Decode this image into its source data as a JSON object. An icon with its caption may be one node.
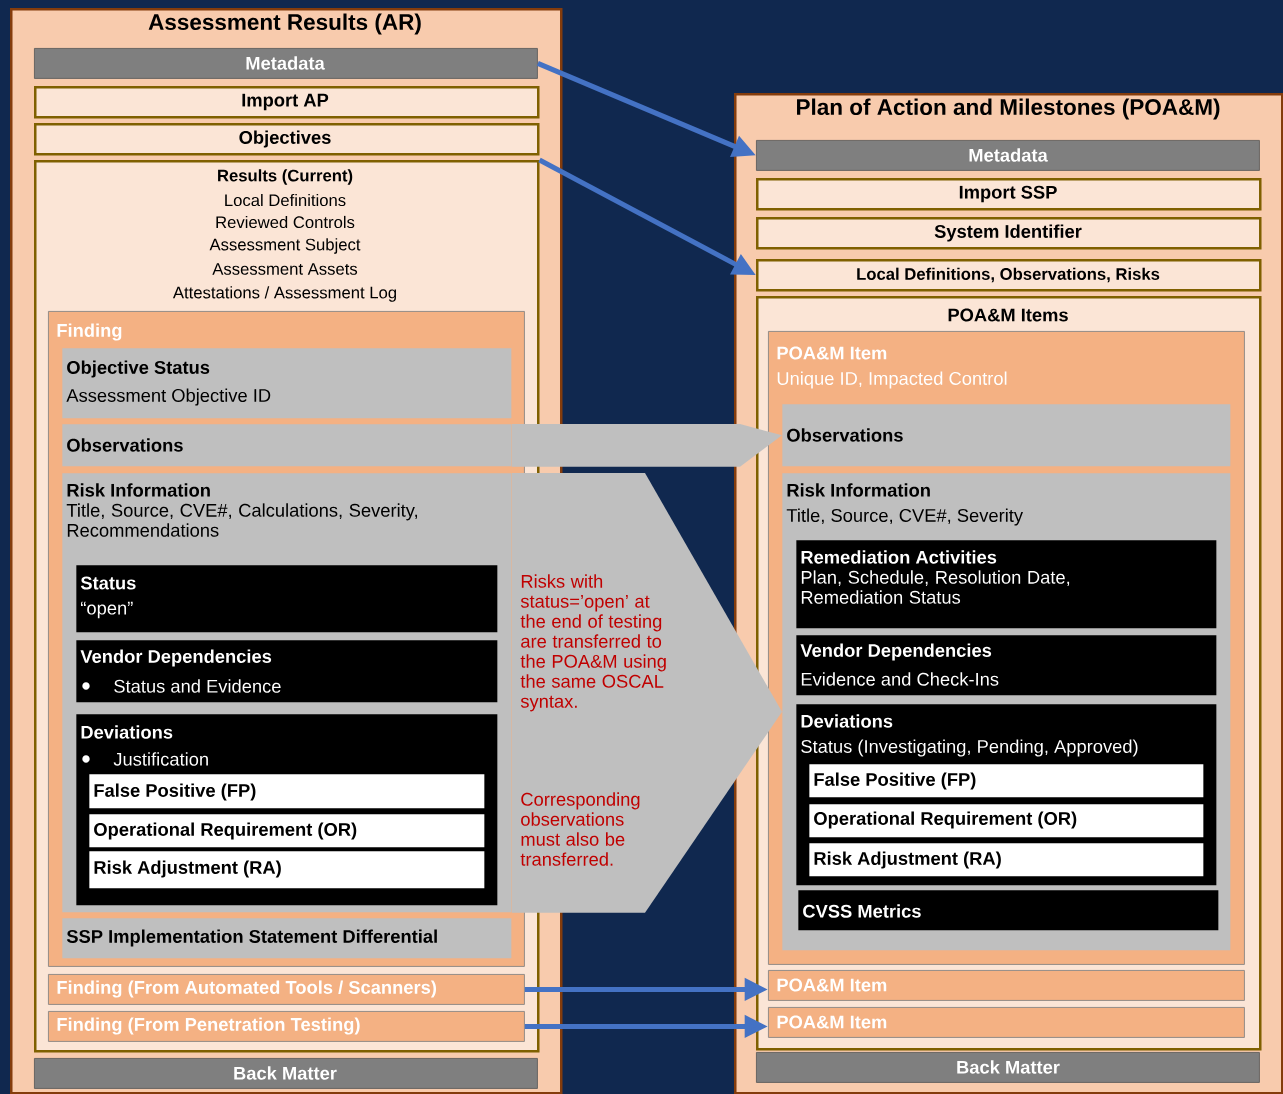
{
  "diagram": {
    "nodes": [
      {
        "text": [
          "Assessment Results (AR)"
        ]
      },
      {
        "text": [
          "Metadata"
        ],
        "in": 0
      },
      {
        "text": [
          "Import AP"
        ],
        "in": 0
      },
      {
        "text": [
          "Objectives"
        ],
        "in": 0
      },
      {
        "text": [
          "Results (Current)",
          "Local Definitions",
          "Reviewed Controls",
          "Assessment Subject",
          "Assessment Assets",
          "Attestations / Assessment Log"
        ],
        "in": 0
      },
      {
        "text": [
          "Finding"
        ],
        "in": 4
      },
      {
        "text": [
          "Objective Status",
          "Assessment Objective ID"
        ],
        "in": 5
      },
      {
        "text": [
          "Observations"
        ],
        "in": 5
      },
      {
        "text": [
          "Risk Information",
          "Title, Source, CVE#, Calculations, Severity, Recommendations"
        ],
        "in": 5
      },
      {
        "text": [
          "Status",
          "“open”"
        ],
        "in": 8
      },
      {
        "text": [
          "Vendor Dependencies",
          "Status and Evidence"
        ],
        "in": 8
      },
      {
        "text": [
          "Deviations",
          "Justification"
        ],
        "in": 8
      },
      {
        "text": [
          "False Positive (FP)"
        ],
        "in": 11
      },
      {
        "text": [
          "Operational Requirement (OR)"
        ],
        "in": 11
      },
      {
        "text": [
          "Risk Adjustment (RA)"
        ],
        "in": 11
      },
      {
        "text": [
          "SSP Implementation Statement Differential"
        ],
        "in": 5
      },
      {
        "text": [
          "Finding (From Automated Tools / Scanners)"
        ],
        "in": 4
      },
      {
        "text": [
          "Finding (From Penetration Testing)"
        ],
        "in": 4
      },
      {
        "text": [
          "Back Matter"
        ],
        "in": 0
      },
      {
        "text": [
          "Plan of Action and Milestones (POA&M)"
        ]
      },
      {
        "text": [
          "Metadata"
        ],
        "in": 19
      },
      {
        "text": [
          "Import SSP"
        ],
        "in": 19
      },
      {
        "text": [
          "System Identifier"
        ],
        "in": 19
      },
      {
        "text": [
          "Local Definitions, Observations, Risks"
        ],
        "in": 19
      },
      {
        "text": [
          "POA&M Items"
        ],
        "in": 19
      },
      {
        "text": [
          "POA&M Item",
          "Unique ID, Impacted Control"
        ],
        "in": 24
      },
      {
        "text": [
          "Observations"
        ],
        "in": 25
      },
      {
        "text": [
          "Risk Information",
          "Title, Source, CVE#, Severity"
        ],
        "in": 25
      },
      {
        "text": [
          "Remediation Activities",
          "Plan, Schedule, Resolution Date, Remediation Status"
        ],
        "in": 27
      },
      {
        "text": [
          "Vendor Dependencies",
          "Evidence and Check-Ins"
        ],
        "in": 27
      },
      {
        "text": [
          "Deviations",
          "Status (Investigating, Pending, Approved)"
        ],
        "in": 27
      },
      {
        "text": [
          "False Positive (FP)"
        ],
        "in": 30
      },
      {
        "text": [
          "Operational Requirement (OR)"
        ],
        "in": 30
      },
      {
        "text": [
          "Risk Adjustment (RA)"
        ],
        "in": 30
      },
      {
        "text": [
          "CVSS Metrics"
        ],
        "in": 27
      },
      {
        "text": [
          "POA&M Item"
        ],
        "in": 24
      },
      {
        "text": [
          "POA&M Item"
        ],
        "in": 24
      },
      {
        "text": [
          "Back Matter"
        ],
        "in": 19
      }
    ],
    "edges": [
      {
        "from": 1,
        "to": 20,
        "arrow": "to"
      },
      {
        "from": 4,
        "to": 23,
        "arrow": "to"
      },
      {
        "from": 7,
        "to": 26,
        "arrow": "to",
        "style": "thick",
        "color": "#bfbfbf"
      },
      {
        "from": 8,
        "to": 27,
        "arrow": "to",
        "style": "thick",
        "color": "#bfbfbf"
      },
      {
        "from": 16,
        "to": 35,
        "arrow": "to"
      },
      {
        "from": 17,
        "to": 36,
        "arrow": "to"
      }
    ],
    "labels": [
      "Risks with status=’open’ at the end of testing are transferred to the POA&M using the same OSCAL syntax.",
      "Corresponding observations must also be transferred."
    ]
  }
}
